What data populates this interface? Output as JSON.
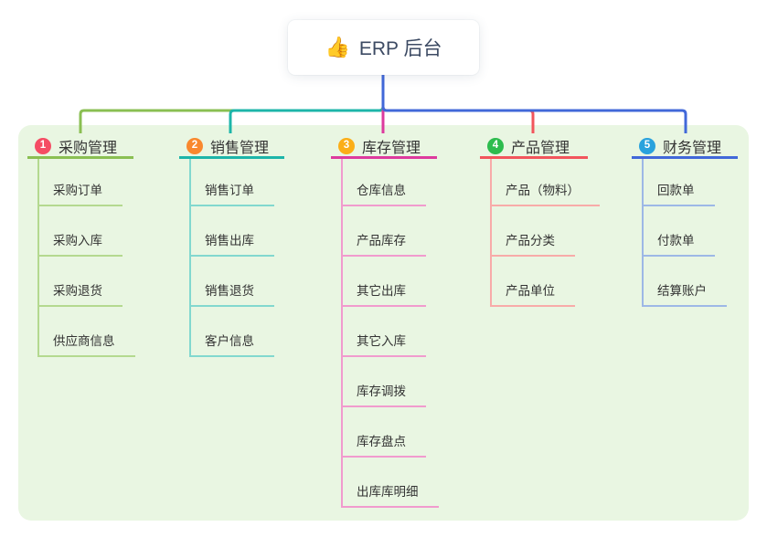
{
  "root": {
    "icon": "👍",
    "title": "ERP 后台"
  },
  "panel_bg": "#e9f6e2",
  "branches": [
    {
      "num": "1",
      "label": "采购管理",
      "badge_color": "#f54c64",
      "line_color": "#8abf52",
      "child_line_color": "#b4d98f",
      "children": [
        "采购订单",
        "采购入库",
        "采购退货",
        "供应商信息"
      ]
    },
    {
      "num": "2",
      "label": "销售管理",
      "badge_color": "#f9882e",
      "line_color": "#1db5a9",
      "child_line_color": "#82d8cf",
      "children": [
        "销售订单",
        "销售出库",
        "销售退货",
        "客户信息"
      ]
    },
    {
      "num": "3",
      "label": "库存管理",
      "badge_color": "#fbae18",
      "line_color": "#dd3a9e",
      "child_line_color": "#f19bce",
      "children": [
        "仓库信息",
        "产品库存",
        "其它出库",
        "其它入库",
        "库存调拨",
        "库存盘点",
        "出库库明细"
      ]
    },
    {
      "num": "4",
      "label": "产品管理",
      "badge_color": "#2dbc4e",
      "line_color": "#f2555c",
      "child_line_color": "#f8aba9",
      "children": [
        "产品（物料）",
        "产品分类",
        "产品单位"
      ]
    },
    {
      "num": "5",
      "label": "财务管理",
      "badge_color": "#29a2dd",
      "line_color": "#4168d9",
      "child_line_color": "#9db8e6",
      "children": [
        "回款单",
        "付款单",
        "结算账户"
      ]
    }
  ]
}
